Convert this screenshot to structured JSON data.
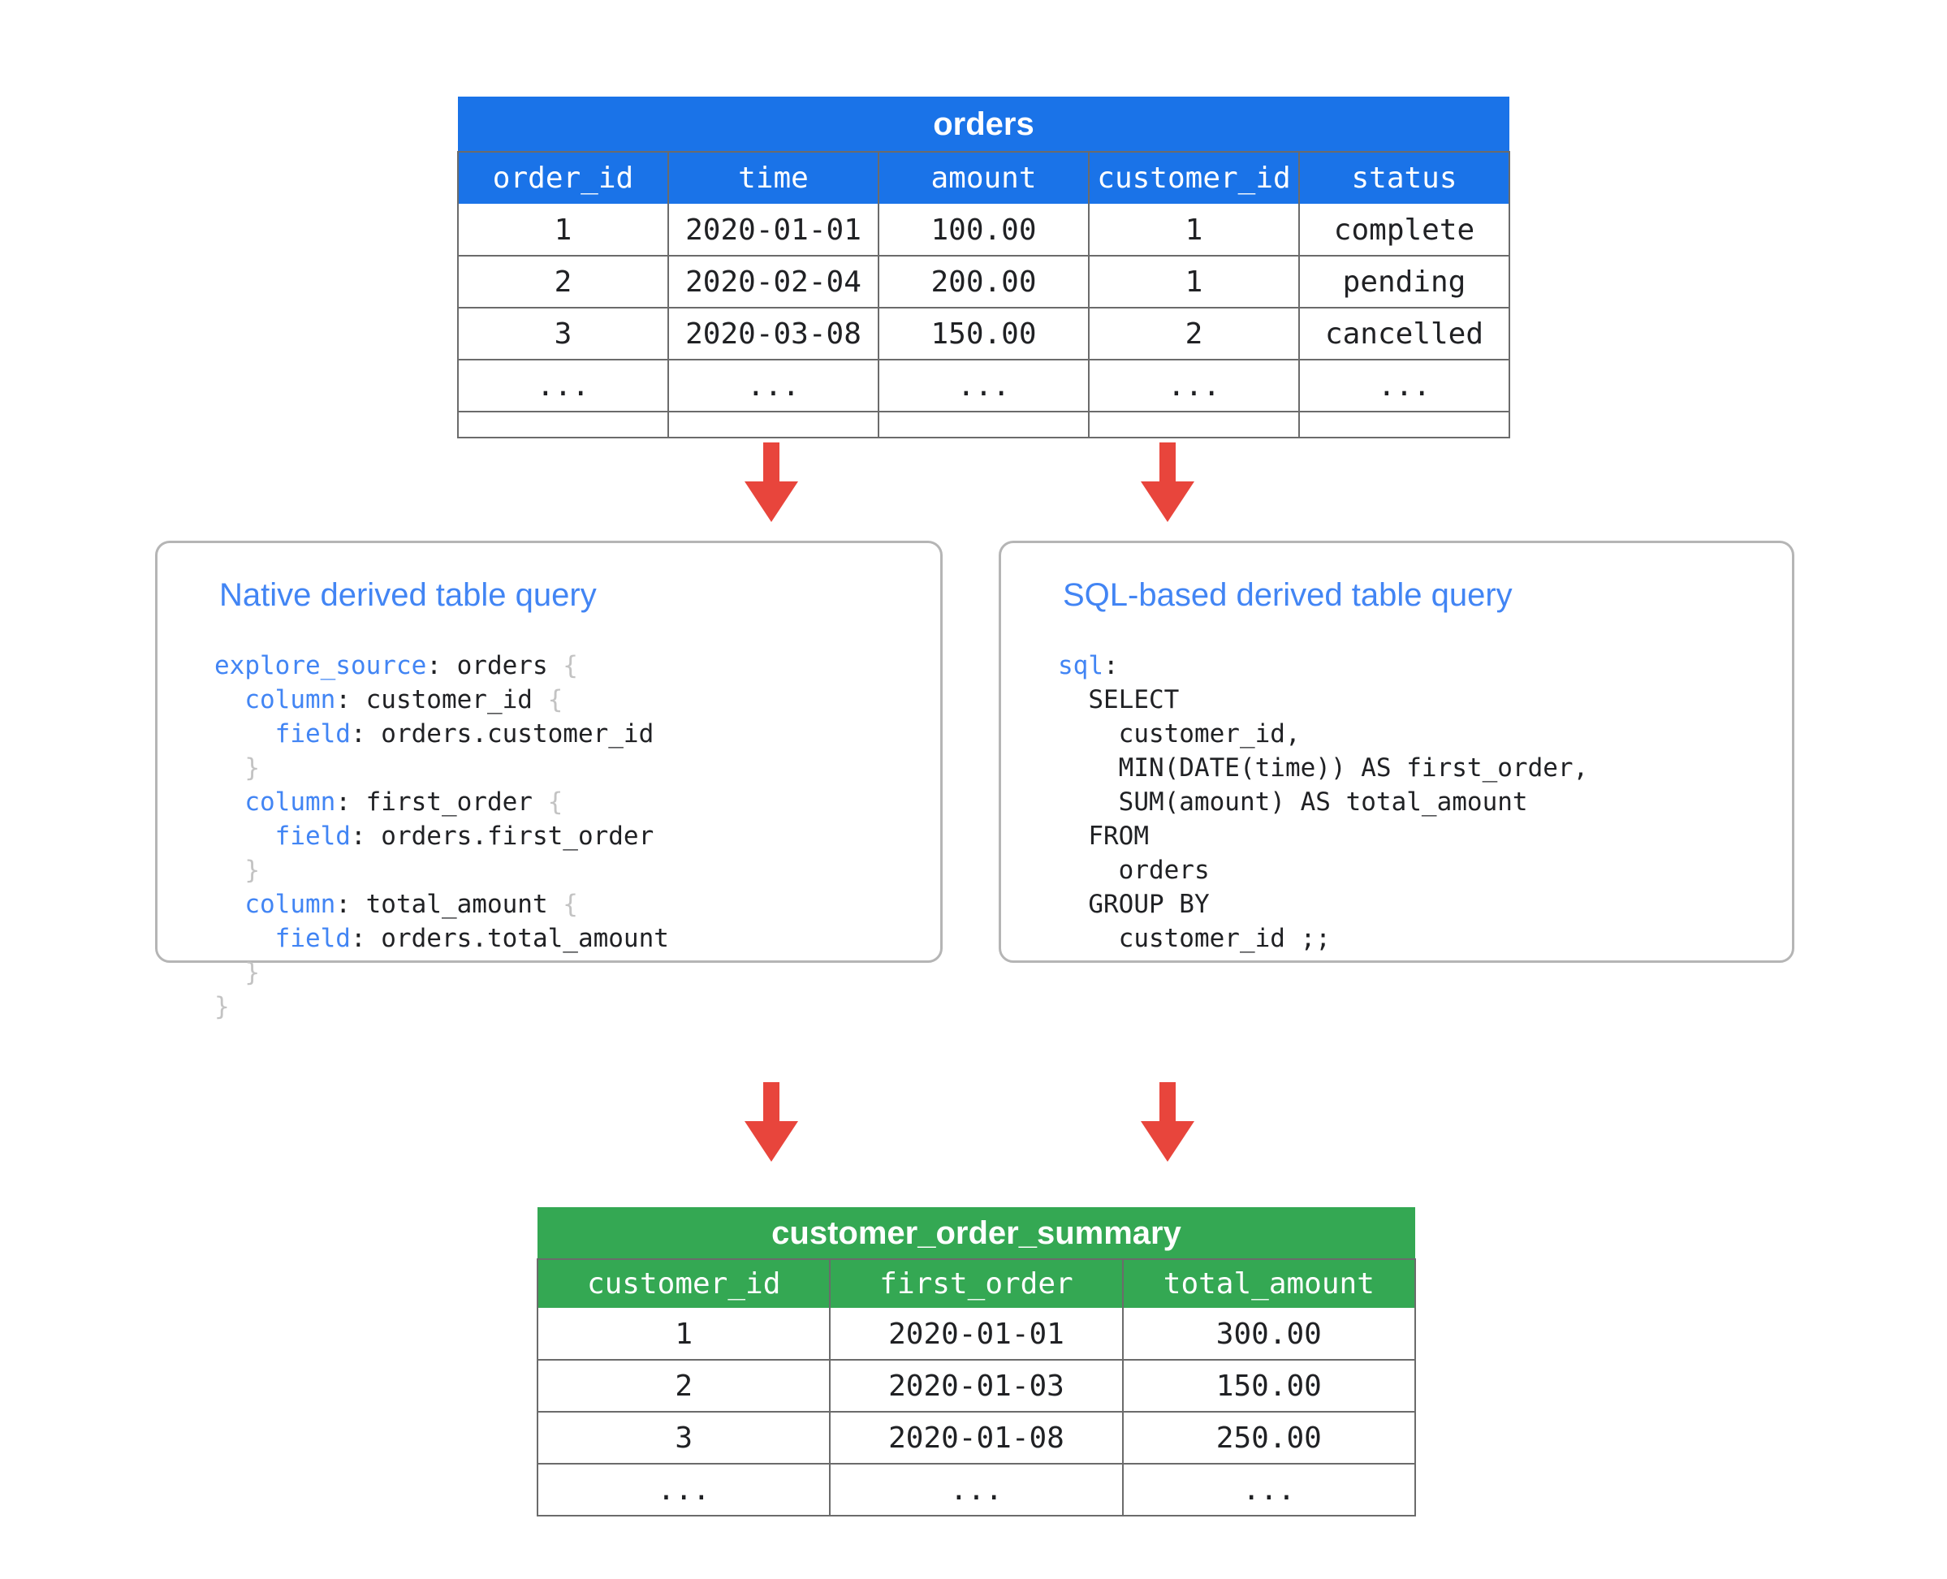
{
  "orders_table": {
    "title": "orders",
    "accent_color": "#1a73e8",
    "columns": [
      "order_id",
      "time",
      "amount",
      "customer_id",
      "status"
    ],
    "rows": [
      [
        "1",
        "2020-01-01",
        "100.00",
        "1",
        "complete"
      ],
      [
        "2",
        "2020-02-04",
        "200.00",
        "1",
        "pending"
      ],
      [
        "3",
        "2020-03-08",
        "150.00",
        "2",
        "cancelled"
      ],
      [
        "...",
        "...",
        "...",
        "...",
        "..."
      ],
      [
        "",
        "",
        "",
        "",
        ""
      ]
    ]
  },
  "native_panel": {
    "title": "Native derived table query",
    "code_lines": [
      "explore_source: orders {",
      "  column: customer_id {",
      "    field: orders.customer_id",
      "  }",
      "  column: first_order {",
      "    field: orders.first_order",
      "  }",
      "  column: total_amount {",
      "    field: orders.total_amount",
      "  }",
      "}"
    ]
  },
  "sql_panel": {
    "title": "SQL-based derived table query",
    "code_lines": [
      "sql:",
      "  SELECT",
      "    customer_id,",
      "    MIN(DATE(time)) AS first_order,",
      "    SUM(amount) AS total_amount",
      "  FROM",
      "    orders",
      "  GROUP BY",
      "    customer_id ;;"
    ]
  },
  "summary_table": {
    "title": "customer_order_summary",
    "accent_color": "#34a853",
    "columns": [
      "customer_id",
      "first_order",
      "total_amount"
    ],
    "rows": [
      [
        "1",
        "2020-01-01",
        "300.00"
      ],
      [
        "2",
        "2020-01-03",
        "150.00"
      ],
      [
        "3",
        "2020-01-08",
        "250.00"
      ],
      [
        "...",
        "...",
        "..."
      ]
    ]
  },
  "arrows": {
    "color": "#e8453c",
    "orders_to_native": "down-arrow",
    "orders_to_sql": "down-arrow",
    "native_to_summary": "down-arrow",
    "sql_to_summary": "down-arrow"
  }
}
